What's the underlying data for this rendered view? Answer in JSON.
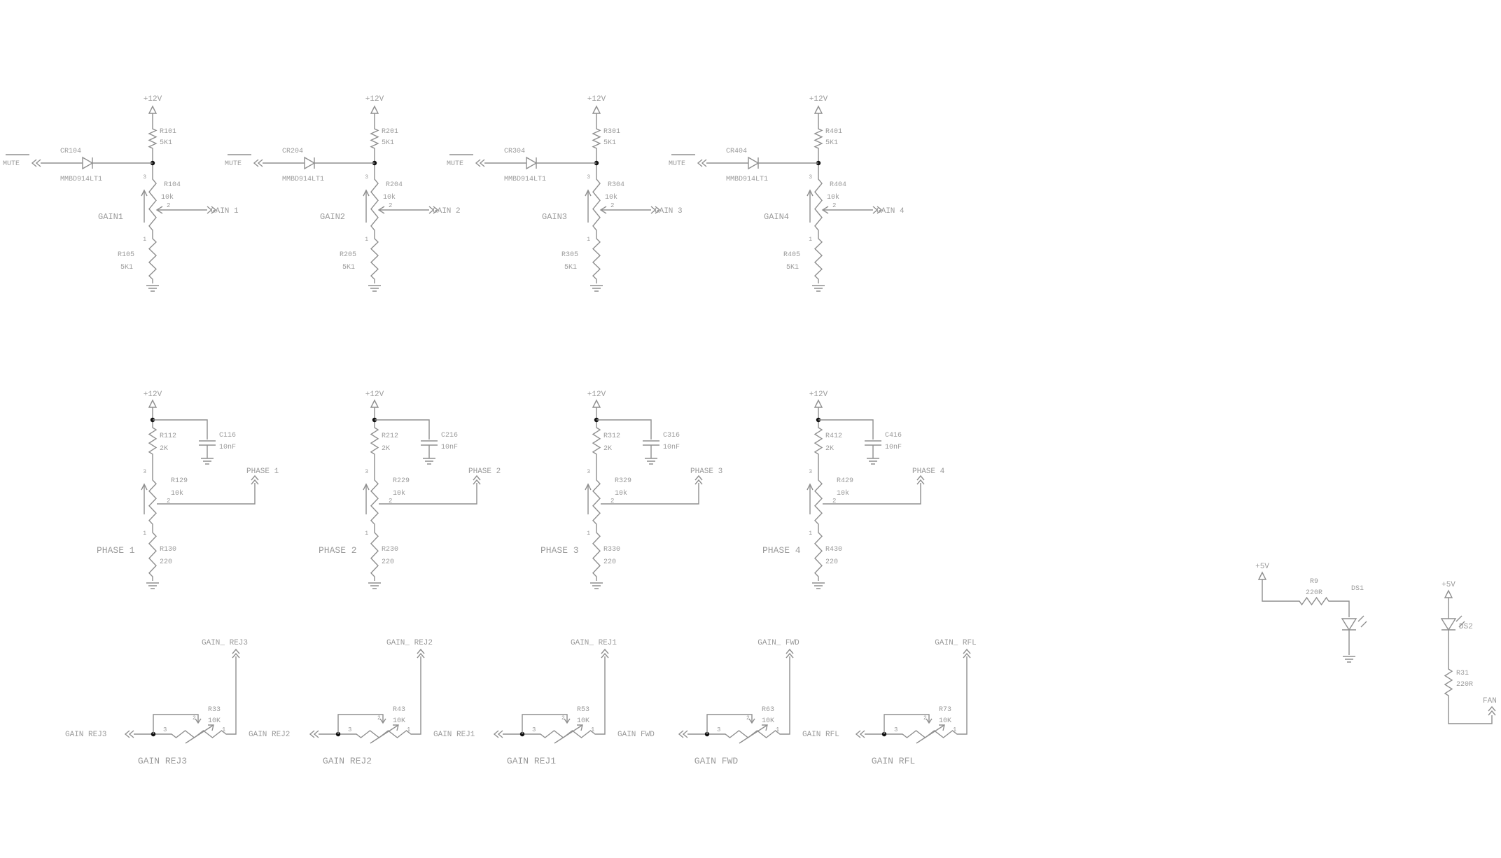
{
  "colors": {
    "background": "#ffffff",
    "wire": "#8f8f8f",
    "text": "#9a9a9a",
    "junction": "#111111"
  },
  "gain_channels": [
    {
      "supply": "+12V",
      "r_top": "R101",
      "r_top_val": "5K1",
      "diode": "CR104",
      "diode_part": "MMBD914LT1",
      "mute": "MUTE",
      "pot": "R104",
      "pot_val": "10k",
      "pin2": "2",
      "pin3": "3",
      "pin1": "1",
      "gain_out": "GAIN 1",
      "gain_label": "GAIN1",
      "r_bot": "R105",
      "r_bot_val": "5K1"
    },
    {
      "supply": "+12V",
      "r_top": "R201",
      "r_top_val": "5K1",
      "diode": "CR204",
      "diode_part": "MMBD914LT1",
      "mute": "MUTE",
      "pot": "R204",
      "pot_val": "10k",
      "pin2": "2",
      "pin3": "3",
      "pin1": "1",
      "gain_out": "GAIN 2",
      "gain_label": "GAIN2",
      "r_bot": "R205",
      "r_bot_val": "5K1"
    },
    {
      "supply": "+12V",
      "r_top": "R301",
      "r_top_val": "5K1",
      "diode": "CR304",
      "diode_part": "MMBD914LT1",
      "mute": "MUTE",
      "pot": "R304",
      "pot_val": "10k",
      "pin2": "2",
      "pin3": "3",
      "pin1": "1",
      "gain_out": "GAIN 3",
      "gain_label": "GAIN3",
      "r_bot": "R305",
      "r_bot_val": "5K1"
    },
    {
      "supply": "+12V",
      "r_top": "R401",
      "r_top_val": "5K1",
      "diode": "CR404",
      "diode_part": "MMBD914LT1",
      "mute": "MUTE",
      "pot": "R404",
      "pot_val": "10k",
      "pin2": "2",
      "pin3": "3",
      "pin1": "1",
      "gain_out": "GAIN 4",
      "gain_label": "GAIN4",
      "r_bot": "R405",
      "r_bot_val": "5K1"
    }
  ],
  "phase_channels": [
    {
      "supply": "+12V",
      "r_top": "R112",
      "r_top_val": "2K",
      "cap": "C116",
      "cap_val": "10nF",
      "pot": "R129",
      "pot_val": "10k",
      "pin2": "2",
      "pin3": "3",
      "pin1": "1",
      "phase_out": "PHASE 1",
      "phase_label": "PHASE 1",
      "r_bot": "R130",
      "r_bot_val": "220"
    },
    {
      "supply": "+12V",
      "r_top": "R212",
      "r_top_val": "2K",
      "cap": "C216",
      "cap_val": "10nF",
      "pot": "R229",
      "pot_val": "10k",
      "pin2": "2",
      "pin3": "3",
      "pin1": "1",
      "phase_out": "PHASE 2",
      "phase_label": "PHASE 2",
      "r_bot": "R230",
      "r_bot_val": "220"
    },
    {
      "supply": "+12V",
      "r_top": "R312",
      "r_top_val": "2K",
      "cap": "C316",
      "cap_val": "10nF",
      "pot": "R329",
      "pot_val": "10k",
      "pin2": "2",
      "pin3": "3",
      "pin1": "1",
      "phase_out": "PHASE 3",
      "phase_label": "PHASE 3",
      "r_bot": "R330",
      "r_bot_val": "220"
    },
    {
      "supply": "+12V",
      "r_top": "R412",
      "r_top_val": "2K",
      "cap": "C416",
      "cap_val": "10nF",
      "pot": "R429",
      "pot_val": "10k",
      "pin2": "2",
      "pin3": "3",
      "pin1": "1",
      "phase_out": "PHASE 4",
      "phase_label": "PHASE 4",
      "r_bot": "R430",
      "r_bot_val": "220"
    }
  ],
  "trim_channels": [
    {
      "out_net": "GAIN_ REJ3",
      "in_net": "GAIN REJ3",
      "pot": "R33",
      "pot_val": "10K",
      "pin3": "3",
      "pin2": "2",
      "pin1": "1",
      "right_label": "GAIN REJ2",
      "bottom_label": "GAIN REJ3"
    },
    {
      "out_net": "GAIN_ REJ2",
      "in_net": "",
      "pot": "R43",
      "pot_val": "10K",
      "pin3": "3",
      "pin2": "2",
      "pin1": "1",
      "right_label": "GAIN REJ1",
      "bottom_label": "GAIN REJ2"
    },
    {
      "out_net": "GAIN_ REJ1",
      "in_net": "",
      "pot": "R53",
      "pot_val": "10K",
      "pin3": "3",
      "pin2": "2",
      "pin1": "1",
      "right_label": "GAIN FWD",
      "bottom_label": "GAIN REJ1"
    },
    {
      "out_net": "GAIN_ FWD",
      "in_net": "",
      "pot": "R63",
      "pot_val": "10K",
      "pin3": "3",
      "pin2": "2",
      "pin1": "1",
      "right_label": "GAIN RFL",
      "bottom_label": "GAIN FWD"
    },
    {
      "out_net": "GAIN_ RFL",
      "in_net": "",
      "pot": "R73",
      "pot_val": "10K",
      "pin3": "3",
      "pin2": "2",
      "pin1": "1",
      "right_label": "",
      "bottom_label": "GAIN RFL"
    }
  ],
  "led_ds1": {
    "supply": "+5V",
    "resistor": "R9",
    "resistor_val": "220R",
    "led": "DS1"
  },
  "led_ds2": {
    "supply": "+5V",
    "led": "DS2",
    "resistor": "R31",
    "resistor_val": "220R",
    "net": "FAN"
  }
}
